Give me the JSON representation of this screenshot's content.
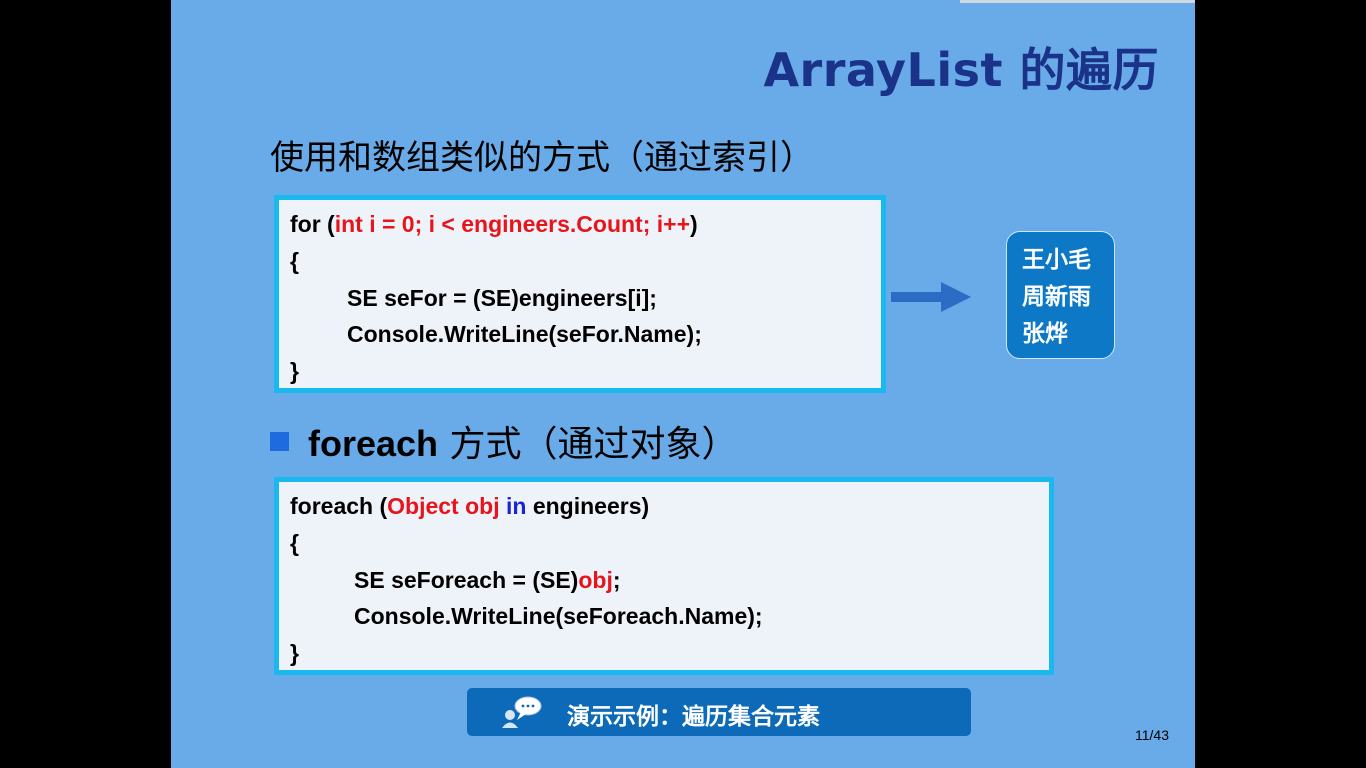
{
  "slide": {
    "title": "ArrayList 的遍历",
    "subtitle1": "使用和数组类似的方式（通过索引）",
    "code1": {
      "l1a": "for (",
      "l1b": "int i = 0; i < engineers.Count; i++",
      "l1c": ")",
      "l2": "{",
      "l3": "SE seFor = (SE)engineers[i];",
      "l4": "Console.WriteLine(seFor.Name);",
      "l5": "}"
    },
    "names": [
      "王小毛",
      "周新雨",
      "张烨"
    ],
    "subtitle2_en": "foreach",
    "subtitle2_cn": " 方式（通过对象）",
    "code2": {
      "l1a": "foreach (",
      "l1b": "Object obj",
      "l1c": " in",
      "l1d": " engineers)",
      "l2": "{",
      "l3a": "SE seForeach = (SE)",
      "l3b": "obj",
      "l3c": ";",
      "l4": "Console.WriteLine(seForeach.Name);",
      "l5": "}"
    },
    "demo_label": "演示示例：遍历集合元素",
    "page_number": "11/43"
  },
  "colors": {
    "slide_bg": "#68abe8",
    "title": "#1a3287",
    "code_border": "#19b9f0",
    "keyword_red": "#e8141c",
    "keyword_blue": "#1b24d6",
    "accent_blue": "#0c78c6"
  },
  "icons": [
    "right-arrow-icon",
    "speech-bubble-person-icon"
  ]
}
